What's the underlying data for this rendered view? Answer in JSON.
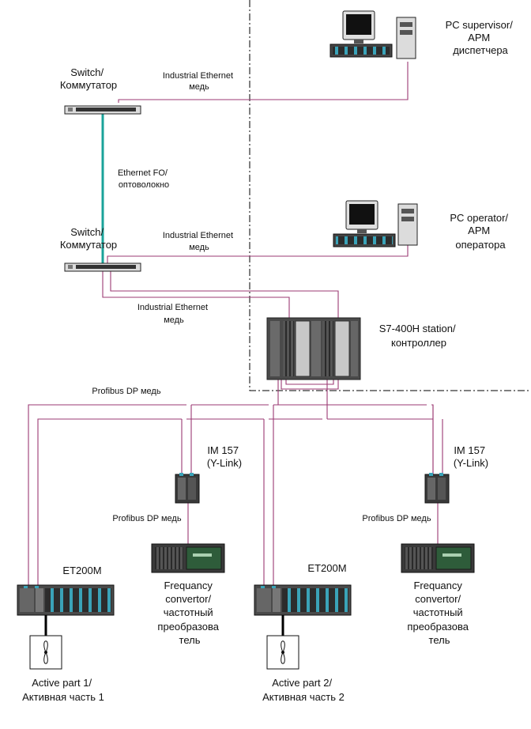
{
  "labels": {
    "pc_supervisor": [
      "PC supervisor/",
      "АРМ",
      "диспетчера"
    ],
    "pc_operator": [
      "PC operator/",
      "АРМ",
      "оператора"
    ],
    "switch_top": [
      "Switch/",
      "Коммутатор"
    ],
    "switch_bottom": [
      "Switch/",
      "Коммутатор"
    ],
    "ie_top": [
      "Industrial Ethernet",
      "медь"
    ],
    "ie_mid": [
      "Industrial Ethernet",
      "медь"
    ],
    "ie_low": [
      "Industrial Ethernet",
      "медь"
    ],
    "fiber": [
      "Ethernet FO/",
      "оптоволокно"
    ],
    "station": [
      "S7-400H station/",
      "контроллер"
    ],
    "profibus_main": "Profibus DP медь",
    "im_left": [
      "IM 157",
      "(Y-Link)"
    ],
    "im_right": [
      "IM 157",
      "(Y-Link)"
    ],
    "profibus_left": "Profibus DP медь",
    "profibus_right": "Profibus DP медь",
    "et_left": "ET200M",
    "et_right": "ET200M",
    "fc_left": [
      "Frequancy",
      "convertor/",
      "частотный",
      "преобразова",
      "тель"
    ],
    "fc_right": [
      "Frequancy",
      "convertor/",
      "частотный",
      "преобразова",
      "тель"
    ],
    "active1": [
      "Active part 1/",
      "Активная часть 1"
    ],
    "active2": [
      "Active part 2/",
      "Активная часть 2"
    ]
  },
  "colors": {
    "copper": "#9b3a73",
    "fiber": "#1aa39a",
    "device": "#3f3f3f",
    "io_module": "#3aa3b8",
    "boundary": "#000000"
  }
}
